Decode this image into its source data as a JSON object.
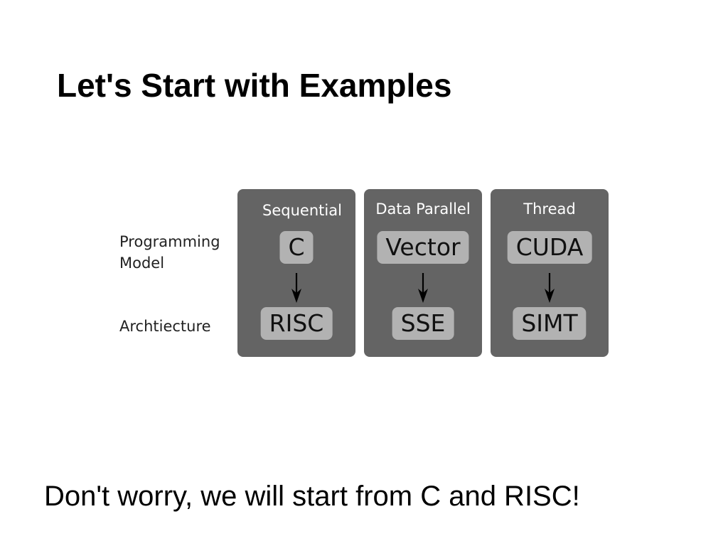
{
  "title": "Let's Start with Examples",
  "diagram": {
    "row_labels": {
      "programming_model": [
        "Programming",
        "Model"
      ],
      "architecture": "Archtiecture"
    },
    "columns": [
      {
        "header": "Sequential",
        "model": "C",
        "architecture": "RISC"
      },
      {
        "header": "Data Parallel",
        "model": "Vector",
        "architecture": "SSE"
      },
      {
        "header": "Thread",
        "model": "CUDA",
        "architecture": "SIMT"
      }
    ],
    "colors": {
      "column_background": "#646464",
      "pill_background": "#b2b2b2"
    }
  },
  "note": "Don't worry, we will start from C and RISC!"
}
